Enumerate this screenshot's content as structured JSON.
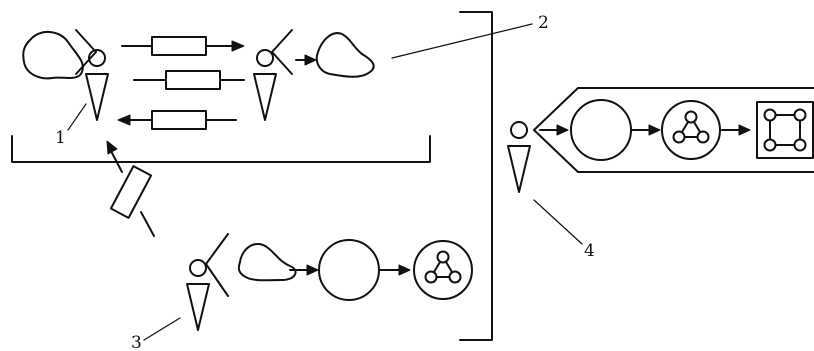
{
  "labels": {
    "n1": "1",
    "n2": "2",
    "n3": "3",
    "n4": "4"
  }
}
